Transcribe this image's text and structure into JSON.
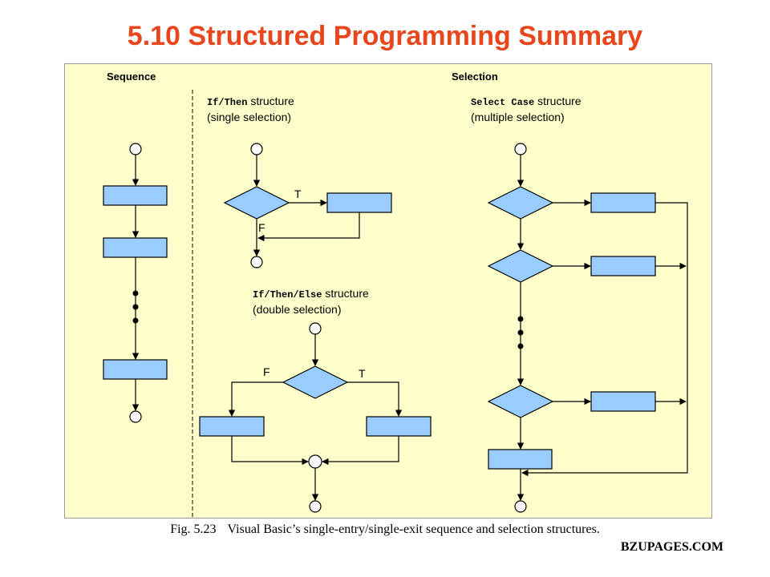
{
  "title": "5.10 Structured Programming Summary",
  "sections": {
    "sequence": "Sequence",
    "selection": "Selection"
  },
  "if_then": {
    "keyword": "If/Then",
    "word": "structure",
    "subtitle": "(single selection)"
  },
  "if_then_else": {
    "keyword": "If/Then/Else",
    "word": "structure",
    "subtitle": "(double selection)"
  },
  "select_case": {
    "keyword": "Select Case",
    "word": "structure",
    "subtitle": "(multiple selection)"
  },
  "labels": {
    "true": "T",
    "false": "F"
  },
  "caption": {
    "fig": "Fig. 5.23",
    "text": "Visual Basic’s single-entry/single-exit sequence and selection structures."
  },
  "watermark": "BZUPAGES.COM",
  "colors": {
    "title": "#e8461c",
    "panel": "#ffffcc",
    "shape_fill": "#99ccff"
  }
}
